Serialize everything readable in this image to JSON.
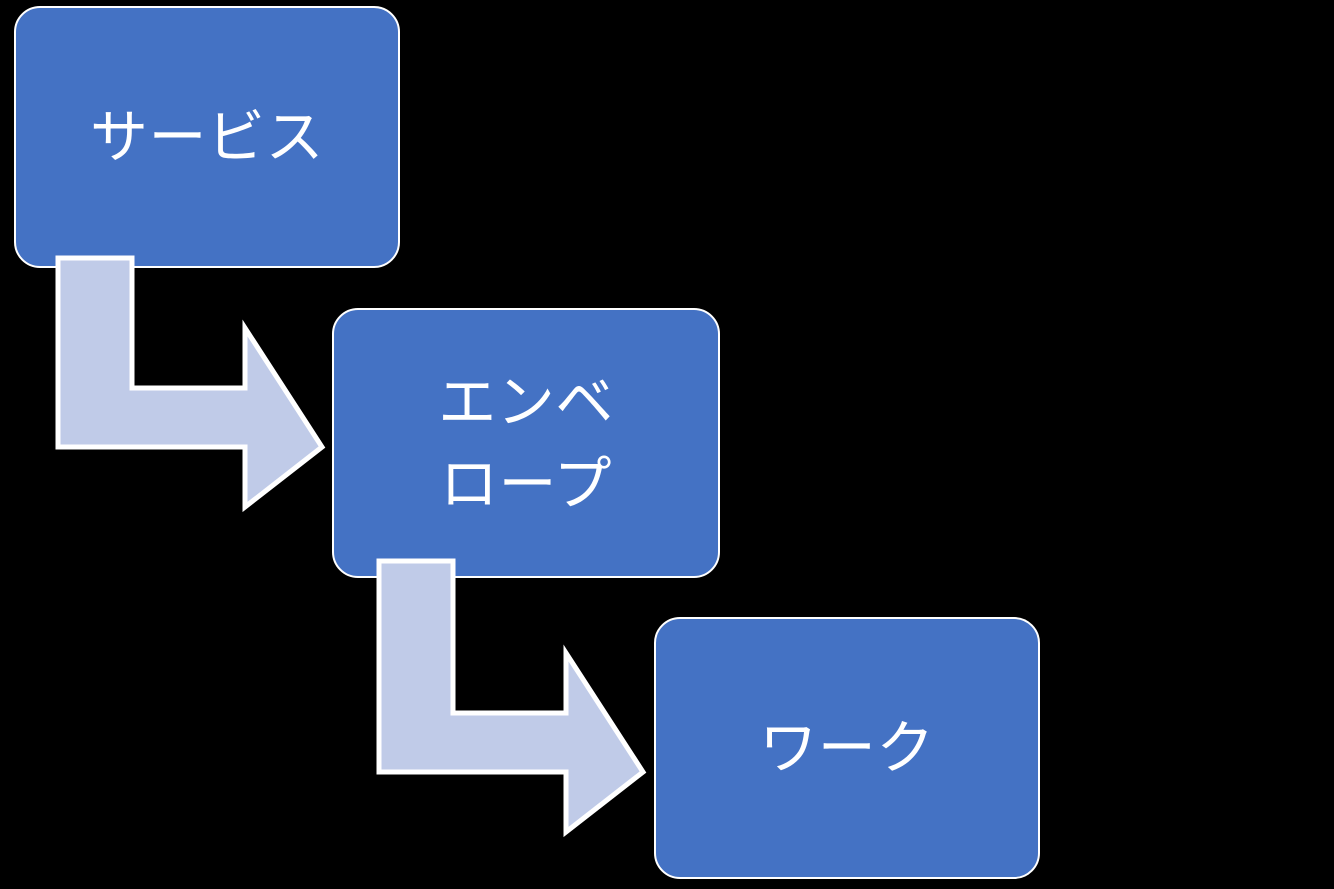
{
  "diagram": {
    "type": "flow-diagram",
    "orientation": "descending-staircase",
    "background_color": "#000000",
    "node_fill_color": "#4472C4",
    "node_border_color": "#FFFFFF",
    "node_text_color": "#FFFFFF",
    "arrow_fill_color": "#C0CBE8",
    "arrow_border_color": "#FFFFFF",
    "nodes": [
      {
        "id": "service",
        "label": "サービス",
        "label_lines": [
          "サービス"
        ]
      },
      {
        "id": "envelope",
        "label": "エンベロープ",
        "label_lines": [
          "エンベ",
          "ロープ"
        ]
      },
      {
        "id": "work",
        "label": "ワーク",
        "label_lines": [
          "ワーク"
        ]
      }
    ],
    "connectors": [
      {
        "id": "service-to-envelope",
        "from": "service",
        "to": "envelope",
        "shape": "bent-arrow",
        "direction": "down-then-right"
      },
      {
        "id": "envelope-to-work",
        "from": "envelope",
        "to": "work",
        "shape": "bent-arrow",
        "direction": "down-then-right"
      }
    ]
  }
}
